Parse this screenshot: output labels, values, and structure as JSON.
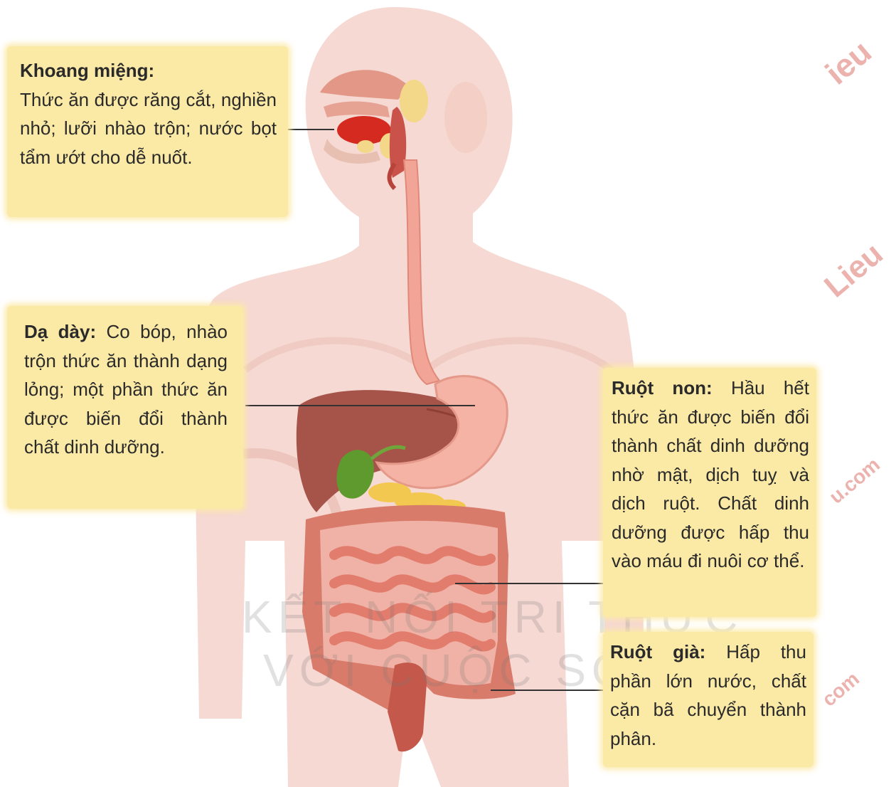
{
  "callouts": {
    "mouth": {
      "title": "Khoang miệng:",
      "text": "Thức ăn được răng cắt, nghiền nhỏ; lưỡi nhào trộn; nước bọt tẩm ướt cho dễ nuốt."
    },
    "stomach": {
      "title": "Dạ dày:",
      "text": "Co bóp, nhào trộn thức ăn thành dạng lỏng; một phần thức ăn được biến đổi thành chất dinh dưỡng."
    },
    "small_intestine": {
      "title": "Ruột non:",
      "text": "Hầu hết thức ăn được biến đổi thành chất dinh dưỡng nhờ mật, dịch tuỵ và dịch ruột. Chất dinh dưỡng được hấp thu vào máu đi nuôi cơ thể."
    },
    "large_intestine": {
      "title": "Ruột già:",
      "text": "Hấp thu phần lớn nước, chất cặn bã chuyển thành phân."
    }
  },
  "watermarks": [
    "ieu",
    "Lieu",
    "u.com",
    "com"
  ],
  "book_watermark": [
    "KẾT NỐI TRI THỨC",
    "VỚI CUỘC SỐNG"
  ],
  "colors": {
    "body": "#f6d9d2",
    "callout_bg": "#fbe9a6",
    "esophagus": "#f2a596",
    "liver": "#a6544a",
    "gallbladder": "#5f9a2e",
    "intestine": "#d97b6a",
    "pancreas": "#f3c850",
    "watermark": "#e9a6a0"
  }
}
